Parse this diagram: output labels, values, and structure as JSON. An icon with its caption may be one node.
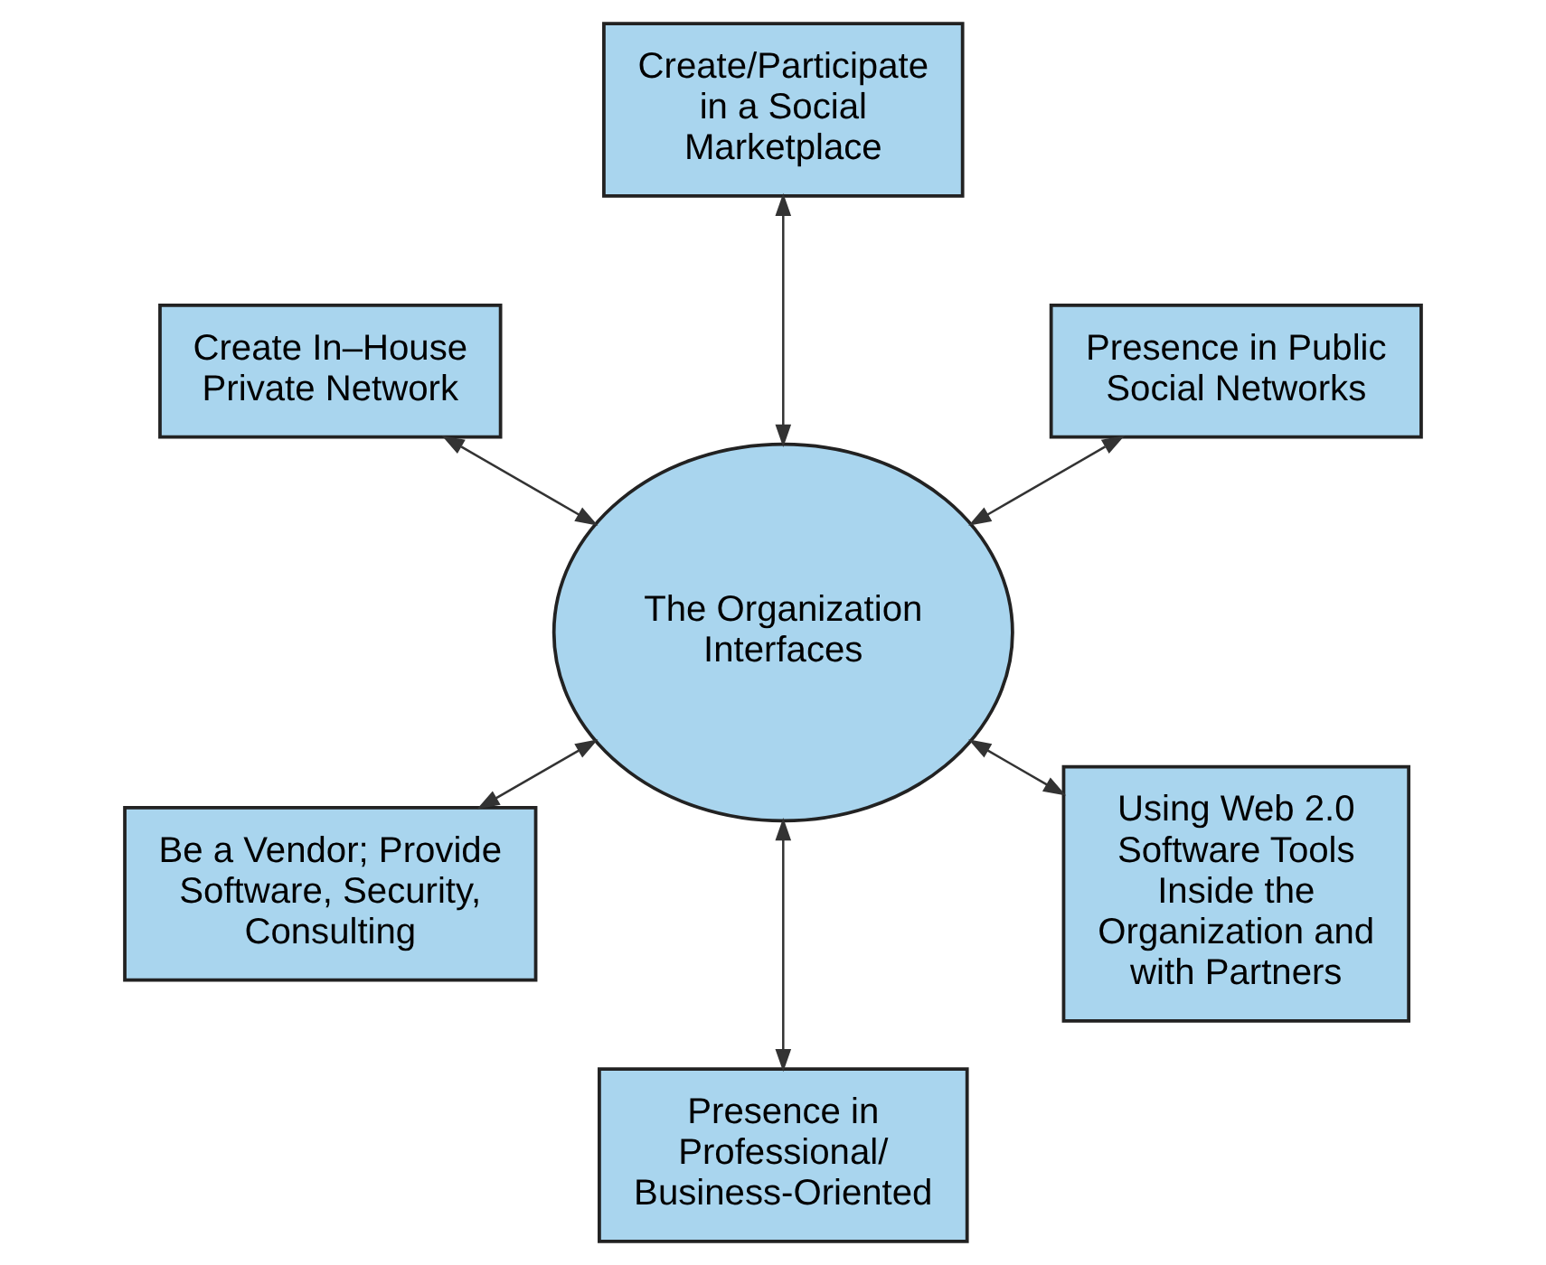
{
  "diagram": {
    "nodes": [
      {
        "text": [
          "Presence in Public Social Networks"
        ]
      },
      {
        "text": [
          "Create/Participate in a Social Marketplace"
        ]
      },
      {
        "text": [
          "Create In–House Private Network"
        ]
      },
      {
        "text": [
          "The Organization Interfaces"
        ]
      },
      {
        "text": [
          "Be a Vendor; Provide Software, Security, Consulting"
        ]
      },
      {
        "text": [
          "Presence in Professional/ Business-Oriented"
        ]
      },
      {
        "text": [
          "Using Web 2.0 Software Tools Inside the Organization and with Partners"
        ]
      }
    ],
    "edges": [
      {
        "from": 3,
        "to": 0,
        "arrow": "both"
      },
      {
        "from": 3,
        "to": 2,
        "arrow": "both"
      },
      {
        "from": 3,
        "to": 5,
        "arrow": "both"
      },
      {
        "from": 3,
        "to": 6,
        "arrow": "both"
      },
      {
        "from": 3,
        "to": 4,
        "arrow": "both"
      },
      {
        "from": 3,
        "to": 1,
        "arrow": "both"
      }
    ]
  }
}
